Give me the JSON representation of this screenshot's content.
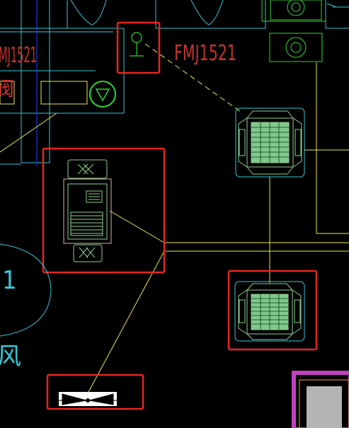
{
  "labels": {
    "door_code_left": "MJ1521",
    "door_code_right": "FMJ1521",
    "room_number": "1",
    "partial_char_top": "阀",
    "partial_char_bottom": "风"
  },
  "colors": {
    "background": "#000000",
    "cyan": "#35c8d8",
    "yellow": "#e8e84a",
    "green": "#2fd62f",
    "red_text": "#c8342a",
    "highlight": "#e8261f",
    "blue": "#2040ff",
    "light_green": "#8fcf8f",
    "fill_green": "#7fc98a",
    "magenta": "#c040c0",
    "gray": "#b4b4b4",
    "white": "#ffffff",
    "orange": "#ff9a3a",
    "tan": "#d8b8a0"
  },
  "highlight_boxes": [
    {
      "name": "highlight-valve-symbol"
    },
    {
      "name": "highlight-wall-unit"
    },
    {
      "name": "highlight-cassette-unit"
    },
    {
      "name": "highlight-fan-symbol"
    }
  ],
  "icons": [
    "valve-symbol-icon",
    "cassette-ac-unit-icon",
    "wall-mounted-unit-icon",
    "fan-symbol-icon",
    "circle-marker-icon"
  ]
}
